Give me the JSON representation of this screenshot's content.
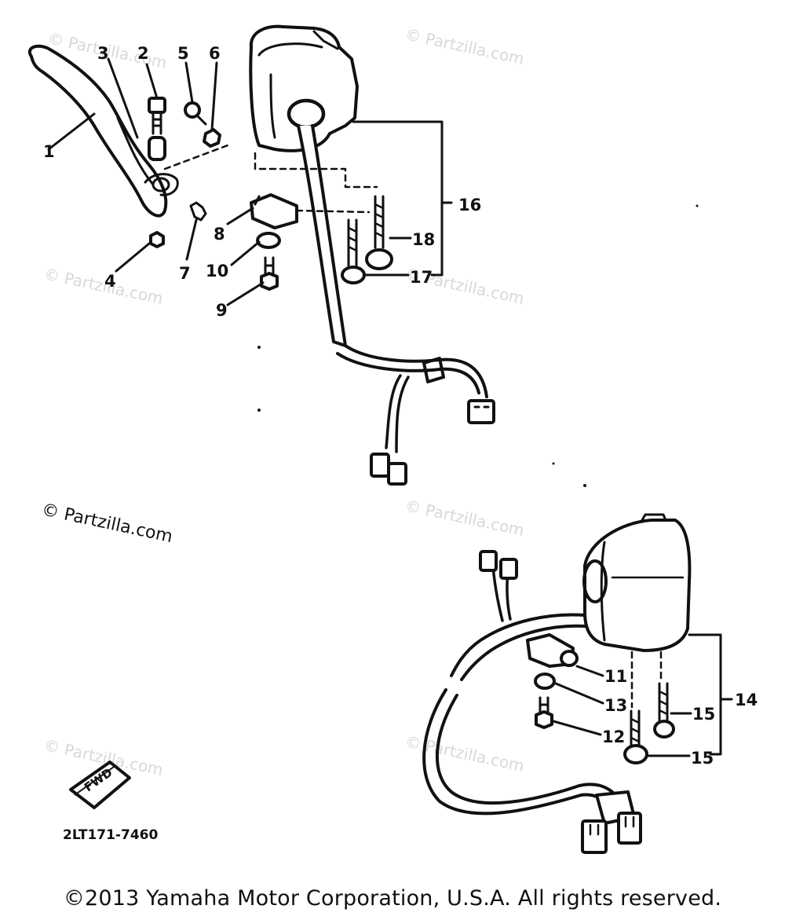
{
  "diagram": {
    "callouts": {
      "c1": "1",
      "c2": "2",
      "c3": "3",
      "c4": "4",
      "c5": "5",
      "c6": "6",
      "c7": "7",
      "c8": "8",
      "c9": "9",
      "c10": "10",
      "c11": "11",
      "c12": "12",
      "c13": "13",
      "c14": "14",
      "c15a": "15",
      "c15b": "15",
      "c16": "16",
      "c17": "17",
      "c18": "18"
    },
    "watermark": "© Partzilla.com",
    "direction_label": "FWD",
    "diagram_code": "2LT171-7460"
  },
  "footer": {
    "copyright": "©2013 Yamaha Motor Corporation, U.S.A. All rights reserved."
  }
}
